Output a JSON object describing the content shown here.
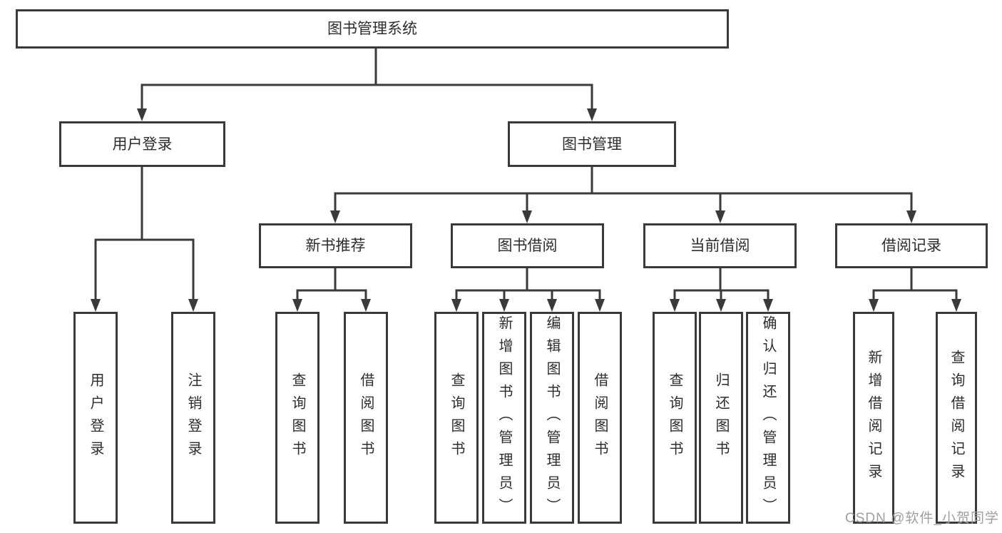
{
  "diagram_type": "hierarchy-tree",
  "colors": {
    "line": "#3a3a3a",
    "box_border": "#3a3a3a",
    "box_fill": "#ffffff",
    "text": "#2d2d2d",
    "watermark": "#9f9f9f",
    "background": "#ffffff"
  },
  "tree": {
    "label": "图书管理系统",
    "children": [
      {
        "label": "用户登录",
        "children": [
          {
            "label": "用户登录"
          },
          {
            "label": "注销登录"
          }
        ]
      },
      {
        "label": "图书管理",
        "children": [
          {
            "label": "新书推荐",
            "children": [
              {
                "label": "查询图书"
              },
              {
                "label": "借阅图书"
              }
            ]
          },
          {
            "label": "图书借阅",
            "children": [
              {
                "label": "查询图书"
              },
              {
                "label": "新增图书（管理员）"
              },
              {
                "label": "编辑图书（管理员）"
              },
              {
                "label": "借阅图书"
              }
            ]
          },
          {
            "label": "当前借阅",
            "children": [
              {
                "label": "查询图书"
              },
              {
                "label": "归还图书"
              },
              {
                "label": "确认归还（管理员）"
              }
            ]
          },
          {
            "label": "借阅记录",
            "children": [
              {
                "label": "新增借阅记录"
              },
              {
                "label": "查询借阅记录"
              }
            ]
          }
        ]
      }
    ]
  },
  "watermark": {
    "text": "CSDN @软件_小贺同学"
  }
}
